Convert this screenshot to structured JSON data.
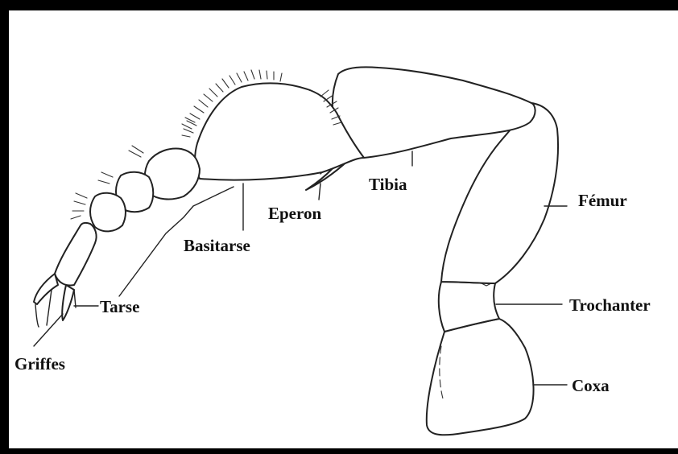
{
  "labels": {
    "griffes": "Griffes",
    "tarse": "Tarse",
    "basitarse": "Basitarse",
    "eperon": "Eperon",
    "tibia": "Tibia",
    "femur": "Fémur",
    "trochanter": "Trochanter",
    "coxa": "Coxa"
  }
}
